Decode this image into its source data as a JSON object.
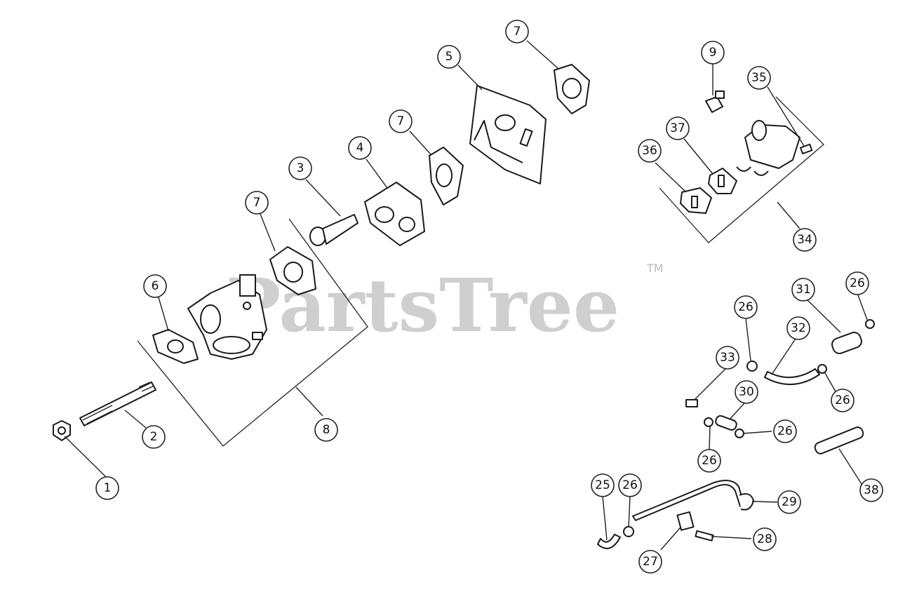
{
  "watermark": {
    "text": "PartsTree",
    "trademark": "TM"
  },
  "callouts": [
    {
      "id": "c1",
      "label": "1"
    },
    {
      "id": "c2",
      "label": "2"
    },
    {
      "id": "c3",
      "label": "3"
    },
    {
      "id": "c4",
      "label": "4"
    },
    {
      "id": "c5",
      "label": "5"
    },
    {
      "id": "c6",
      "label": "6"
    },
    {
      "id": "c7a",
      "label": "7"
    },
    {
      "id": "c7b",
      "label": "7"
    },
    {
      "id": "c7c",
      "label": "7"
    },
    {
      "id": "c8",
      "label": "8"
    },
    {
      "id": "c9",
      "label": "9"
    },
    {
      "id": "c25",
      "label": "25"
    },
    {
      "id": "c26a",
      "label": "26"
    },
    {
      "id": "c26b",
      "label": "26"
    },
    {
      "id": "c26c",
      "label": "26"
    },
    {
      "id": "c26d",
      "label": "26"
    },
    {
      "id": "c26e",
      "label": "26"
    },
    {
      "id": "c26f",
      "label": "26"
    },
    {
      "id": "c27",
      "label": "27"
    },
    {
      "id": "c28",
      "label": "28"
    },
    {
      "id": "c29",
      "label": "29"
    },
    {
      "id": "c30",
      "label": "30"
    },
    {
      "id": "c31",
      "label": "31"
    },
    {
      "id": "c32",
      "label": "32"
    },
    {
      "id": "c33",
      "label": "33"
    },
    {
      "id": "c34",
      "label": "34"
    },
    {
      "id": "c35",
      "label": "35"
    },
    {
      "id": "c36",
      "label": "36"
    },
    {
      "id": "c37",
      "label": "37"
    },
    {
      "id": "c38",
      "label": "38"
    }
  ]
}
